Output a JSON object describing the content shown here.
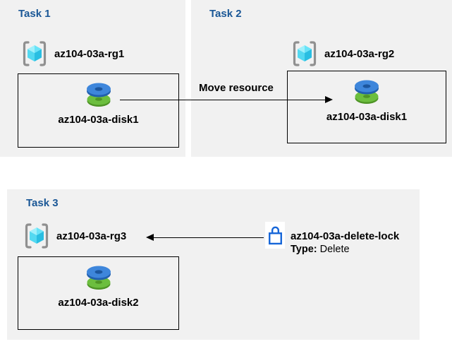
{
  "colors": {
    "panel_background": "#f1f1f1",
    "task_title_blue": "#1a5796",
    "arrow_black": "#000000",
    "lock_blue": "#1565d8",
    "disk_top_blue": "#3e86db",
    "disk_bottom_green": "#6cbe3e",
    "rg_cube_cyan": "#53d9f1",
    "rg_bracket_gray": "#909090"
  },
  "tasks": [
    {
      "title": "Task 1",
      "rg_name": "az104-03a-rg1",
      "disk_name": "az104-03a-disk1"
    },
    {
      "title": "Task 2",
      "rg_name": "az104-03a-rg2",
      "disk_name": "az104-03a-disk1"
    },
    {
      "title": "Task 3",
      "rg_name": "az104-03a-rg3",
      "disk_name": "az104-03a-disk2"
    }
  ],
  "move_arrow": {
    "label": "Move resource"
  },
  "delete_lock": {
    "name": "az104-03a-delete-lock",
    "type_label": "Type:",
    "type_value": "Delete"
  },
  "icons": {
    "resource_group": "resource-group-icon",
    "disk": "disk-icon",
    "lock": "lock-icon"
  }
}
